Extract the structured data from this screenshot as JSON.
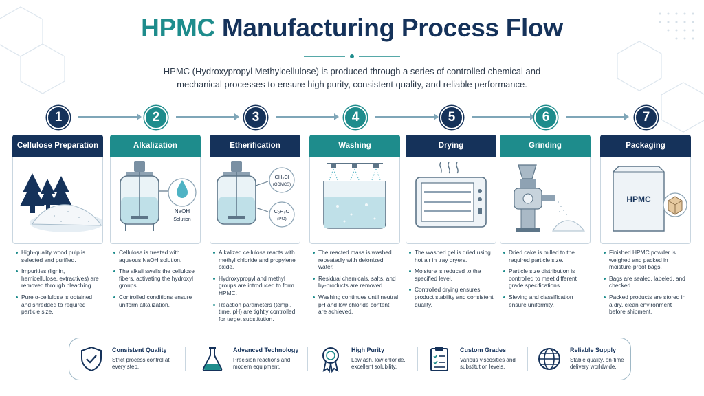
{
  "title": {
    "part1": "HPMC",
    "part2": "Manufacturing Process Flow"
  },
  "subtitle_line1": "HPMC (Hydroxypropyl Methylcellulose) is produced through a series of controlled chemical and",
  "subtitle_line2": "mechanical processes to ensure high purity, consistent quality, and reliable performance.",
  "colors": {
    "navy": "#15325a",
    "teal": "#1e8c8c"
  },
  "steps": [
    {
      "num": "1",
      "title": "Cellulose Preparation",
      "bullets": [
        "High-quality wood pulp is selected and purified.",
        "Impurities (lignin, hemicellulose, extractives) are removed through bleaching.",
        "Pure α-cellulose is obtained and shredded to required particle size."
      ]
    },
    {
      "num": "2",
      "title": "Alkalization",
      "label1": "NaOH",
      "label2": "Solution",
      "bullets": [
        "Cellulose is treated with aqueous NaOH solution.",
        "The alkali swells the cellulose fibers, activating the hydroxyl groups.",
        "Controlled conditions ensure uniform alkalization."
      ]
    },
    {
      "num": "3",
      "title": "Etherification",
      "chem1a": "CH₃Cl",
      "chem1b": "(ODMCS)",
      "chem2a": "C₃H₆O",
      "chem2b": "(PO)",
      "bullets": [
        "Alkalized cellulose reacts with methyl chloride and propylene oxide.",
        "Hydroxypropyl and methyl groups are introduced to form HPMC.",
        "Reaction parameters (temp., time, pH) are tightly controlled for target substitution."
      ]
    },
    {
      "num": "4",
      "title": "Washing",
      "bullets": [
        "The reacted mass is washed repeatedly with deionized water.",
        "Residual chemicals, salts, and by-products are removed.",
        "Washing continues until neutral pH and low chloride content are achieved."
      ]
    },
    {
      "num": "5",
      "title": "Drying",
      "bullets": [
        "The washed gel is dried using hot air in tray dryers.",
        "Moisture is reduced to the specified level.",
        "Controlled drying ensures product stability and consistent quality."
      ]
    },
    {
      "num": "6",
      "title": "Grinding",
      "bullets": [
        "Dried cake is milled to the required particle size.",
        "Particle size distribution is controlled to meet different grade specifications.",
        "Sieving and classification ensure uniformity."
      ]
    },
    {
      "num": "7",
      "title": "Packaging",
      "bag_label": "HPMC",
      "bullets": [
        "Finished HPMC powder is weighed and packed in moisture-proof bags.",
        "Bags are sealed, labeled, and checked.",
        "Packed products are stored in a dry, clean environment before shipment."
      ]
    }
  ],
  "features": [
    {
      "title": "Consistent Quality",
      "desc": "Strict process control at every step.",
      "icon": "shield-check-icon"
    },
    {
      "title": "Advanced Technology",
      "desc": "Precision reactions and modern equipment.",
      "icon": "flask-icon"
    },
    {
      "title": "High Purity",
      "desc": "Low ash, low chloride, excellent solubility.",
      "icon": "award-ribbon-icon"
    },
    {
      "title": "Custom Grades",
      "desc": "Various viscosities and substitution levels.",
      "icon": "checklist-icon"
    },
    {
      "title": "Reliable Supply",
      "desc": "Stable quality, on-time delivery worldwide.",
      "icon": "globe-icon"
    }
  ]
}
